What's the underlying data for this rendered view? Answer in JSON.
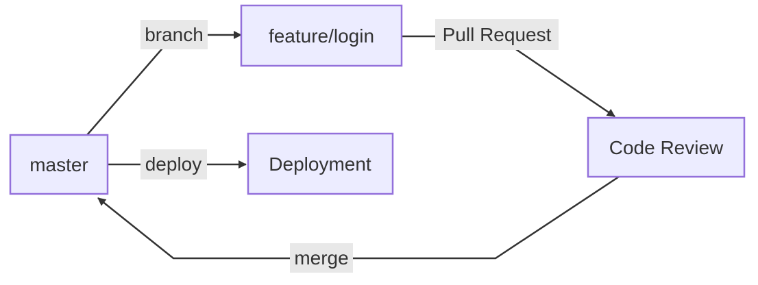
{
  "diagram": {
    "kind": "flowchart",
    "background": "#ffffff",
    "colors": {
      "node_fill": "#ECECFF",
      "node_border": "#9370DB",
      "edge_line": "#333333",
      "text": "#333333",
      "edge_label_bg": "#e8e8e8"
    },
    "nodes": [
      {
        "id": "master",
        "label": "master"
      },
      {
        "id": "feature",
        "label": "feature/login"
      },
      {
        "id": "deployment",
        "label": "Deployment"
      },
      {
        "id": "review",
        "label": "Code Review"
      }
    ],
    "edges": [
      {
        "from": "master",
        "to": "feature",
        "label": "branch"
      },
      {
        "from": "feature",
        "to": "review",
        "label": "Pull Request"
      },
      {
        "from": "master",
        "to": "deployment",
        "label": "deploy"
      },
      {
        "from": "review",
        "to": "master",
        "label": "merge"
      }
    ]
  }
}
